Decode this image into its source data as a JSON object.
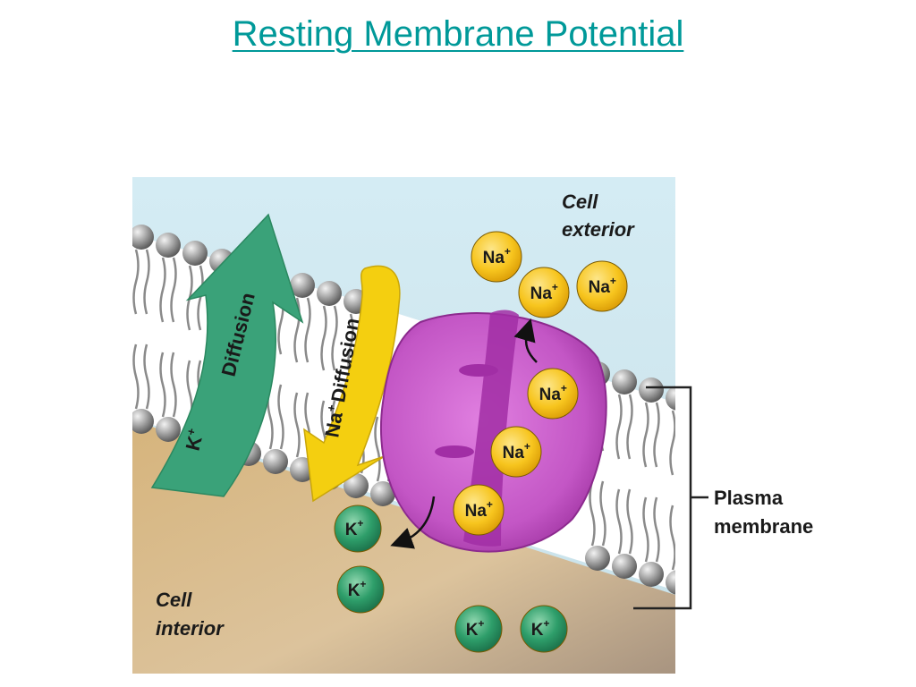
{
  "slide": {
    "title": "Resting Membrane Potential"
  },
  "diagram": {
    "labels": {
      "exterior_line1": "Cell",
      "exterior_line2": "exterior",
      "interior_line1": "Cell",
      "interior_line2": "interior",
      "membrane_line1": "Plasma",
      "membrane_line2": "membrane"
    },
    "arrows": {
      "k_diffusion_ion": "K",
      "k_diffusion_charge": "+",
      "k_diffusion_text": "Diffusion",
      "na_diffusion_ion": "Na",
      "na_diffusion_charge": "+",
      "na_diffusion_text": "Diffusion"
    },
    "ions": {
      "na_symbol": "Na",
      "k_symbol": "K",
      "charge": "+"
    },
    "colors": {
      "exterior": "#cfe9f2",
      "interior": "#d9bd8e",
      "pump": "#c458c6",
      "na_ion": "#f5c01a",
      "k_ion": "#2a9a66",
      "k_arrow": "#3aa279",
      "na_arrow": "#f4cf10",
      "title": "#009999"
    }
  }
}
